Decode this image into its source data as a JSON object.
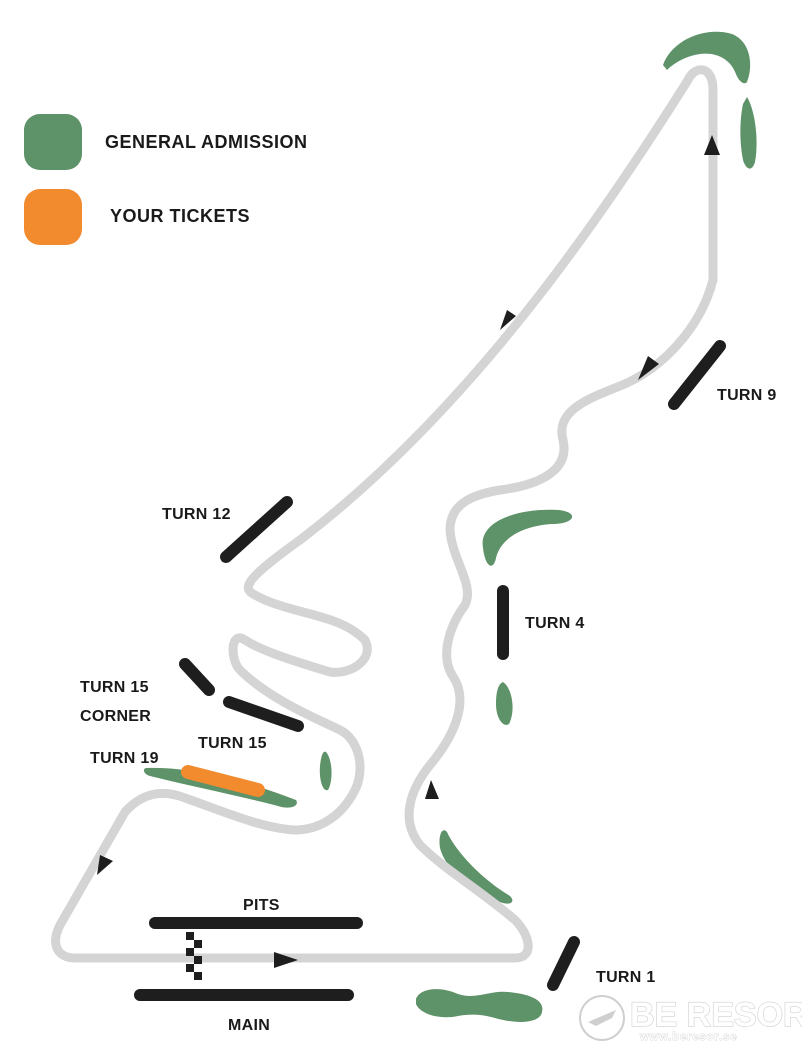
{
  "legend": {
    "general_admission": {
      "label": "GENERAL ADMISSION",
      "color": "#5e9268"
    },
    "your_tickets": {
      "label": "YOUR TICKETS",
      "color": "#f28a2e"
    }
  },
  "labels": {
    "turn_1": "TURN 1",
    "turn_4": "TURN 4",
    "turn_9": "TURN 9",
    "turn_12": "TURN 12",
    "turn_15_corner_line1": "TURN 15",
    "turn_15_corner_line2": "CORNER",
    "turn_15": "TURN 15",
    "turn_19": "TURN 19",
    "pits": "PITS",
    "main": "MAIN"
  },
  "brand": {
    "name": "BE RESOR",
    "url": "www.beresor.se"
  },
  "colors": {
    "track": "#d4d4d4",
    "stand": "#1e1e1e",
    "arrow": "#1e1e1e"
  }
}
